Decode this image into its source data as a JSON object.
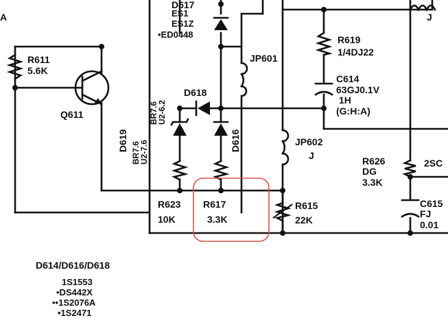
{
  "labels": {
    "edge_a": "A",
    "d617": "D617",
    "d617_es1": "ES1",
    "d617_es1z": "ES1Z",
    "d617_ed0448": "•ED0448",
    "jp601": "JP601",
    "r619": "R619",
    "r619_value": "1/4DJ22",
    "c614": "C614",
    "c614_value": "63GJ0.1V",
    "c614_note1": "1H",
    "c614_note2": "(G:H:A)",
    "r611": "R611",
    "r611_value": "5.6K",
    "q611": "Q611",
    "d618": "D618",
    "d619": "D619",
    "d619_parts": [
      "BR7.6",
      "U2-7.6",
      "BR7.6",
      "U2-6.2"
    ],
    "d616": "D616",
    "jp602": "JP602",
    "jp602_j": "J",
    "top_j": "J",
    "r626": "R626",
    "r626_dg": "DG",
    "r626_value": "3.3K",
    "sc_partial": "2SC",
    "c615": "C615",
    "c615_fj": "FJ",
    "c615_value": "0.01",
    "r623": "R623",
    "r623_value": "10K",
    "r617": "R617",
    "r617_value": "3.3K",
    "r615": "R615",
    "r615_value": "22K"
  },
  "legend": {
    "title": "D614/D616/D618",
    "items": [
      "1S1553",
      "•DS442X",
      "••1S2076A",
      "•1S2471"
    ]
  },
  "highlight": {
    "target": "R617",
    "color": "#d9534f"
  }
}
